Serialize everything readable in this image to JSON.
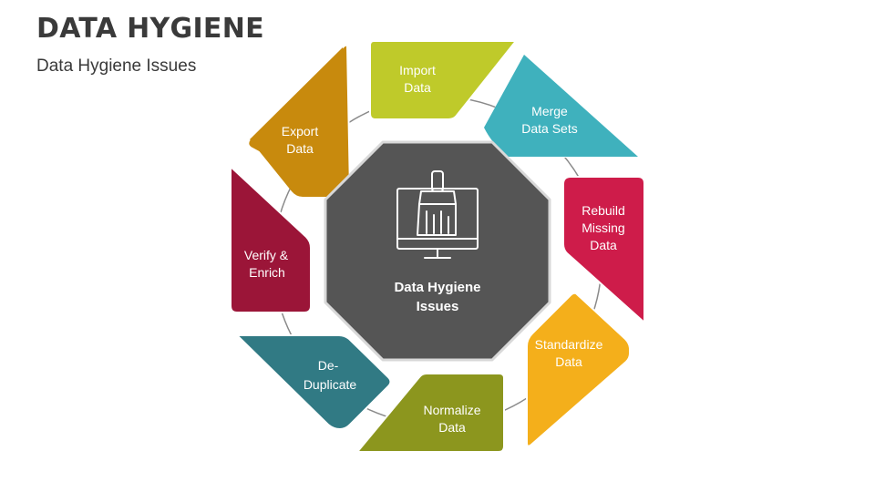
{
  "header": {
    "title": "DATA HYGIENE",
    "subtitle": "Data Hygiene Issues"
  },
  "center": {
    "line1": "Data Hygiene",
    "line2": "Issues",
    "icon": "monitor-brush-icon",
    "color": "#555555"
  },
  "steps": [
    {
      "line1": "Import",
      "line2": "Data",
      "line3": "",
      "color": "#BFCA2A"
    },
    {
      "line1": "Merge",
      "line2": "Data Sets",
      "line3": "",
      "color": "#3FB1BD"
    },
    {
      "line1": "Rebuild",
      "line2": "Missing",
      "line3": "Data",
      "color": "#CE1C4A"
    },
    {
      "line1": "Standardize",
      "line2": "Data",
      "line3": "",
      "color": "#F4AF1B"
    },
    {
      "line1": "Normalize",
      "line2": "Data",
      "line3": "",
      "color": "#8C961E"
    },
    {
      "line1": "De-",
      "line2": "Duplicate",
      "line3": "",
      "color": "#317A84"
    },
    {
      "line1": "Verify &",
      "line2": "Enrich",
      "line3": "",
      "color": "#9B1538"
    },
    {
      "line1": "Export",
      "line2": "Data",
      "line3": "",
      "color": "#C88A0D"
    }
  ]
}
